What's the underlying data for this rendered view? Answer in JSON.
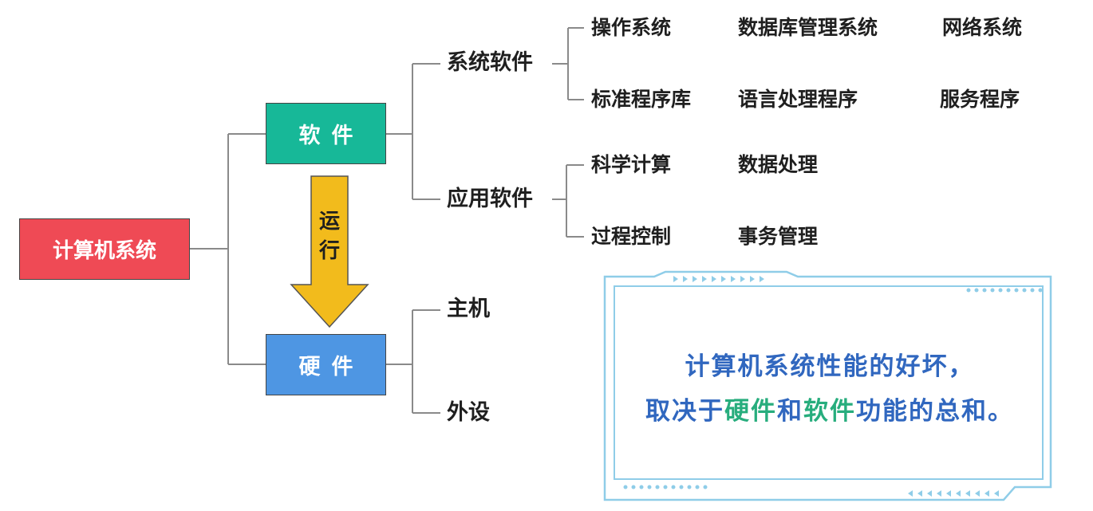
{
  "diagram": {
    "root": "计算机系统",
    "software": {
      "label": "软件",
      "children": {
        "system": {
          "label": "系统软件",
          "items": [
            "操作系统",
            "数据库管理系统",
            "网络系统",
            "标准程序库",
            "语言处理程序",
            "服务程序"
          ]
        },
        "application": {
          "label": "应用软件",
          "items": [
            "科学计算",
            "数据处理",
            "过程控制",
            "事务管理"
          ]
        }
      }
    },
    "hardware": {
      "label": "硬件",
      "children": [
        "主机",
        "外设"
      ]
    },
    "run_arrow": {
      "chars": [
        "运",
        "行"
      ],
      "color": "#f2bb1c"
    }
  },
  "note": {
    "line1": "计算机系统性能的好坏，",
    "line2": {
      "prefix": "取决于",
      "hardware": "硬件",
      "and": "和",
      "software": "软件",
      "suffix": "功能的总和。"
    }
  },
  "colors": {
    "root": "#ef4a55",
    "software": "#17b898",
    "hardware": "#4e96e3",
    "note_text": "#3067bf",
    "note_highlight": "#27ad7d",
    "frame": "#8fcde8"
  }
}
